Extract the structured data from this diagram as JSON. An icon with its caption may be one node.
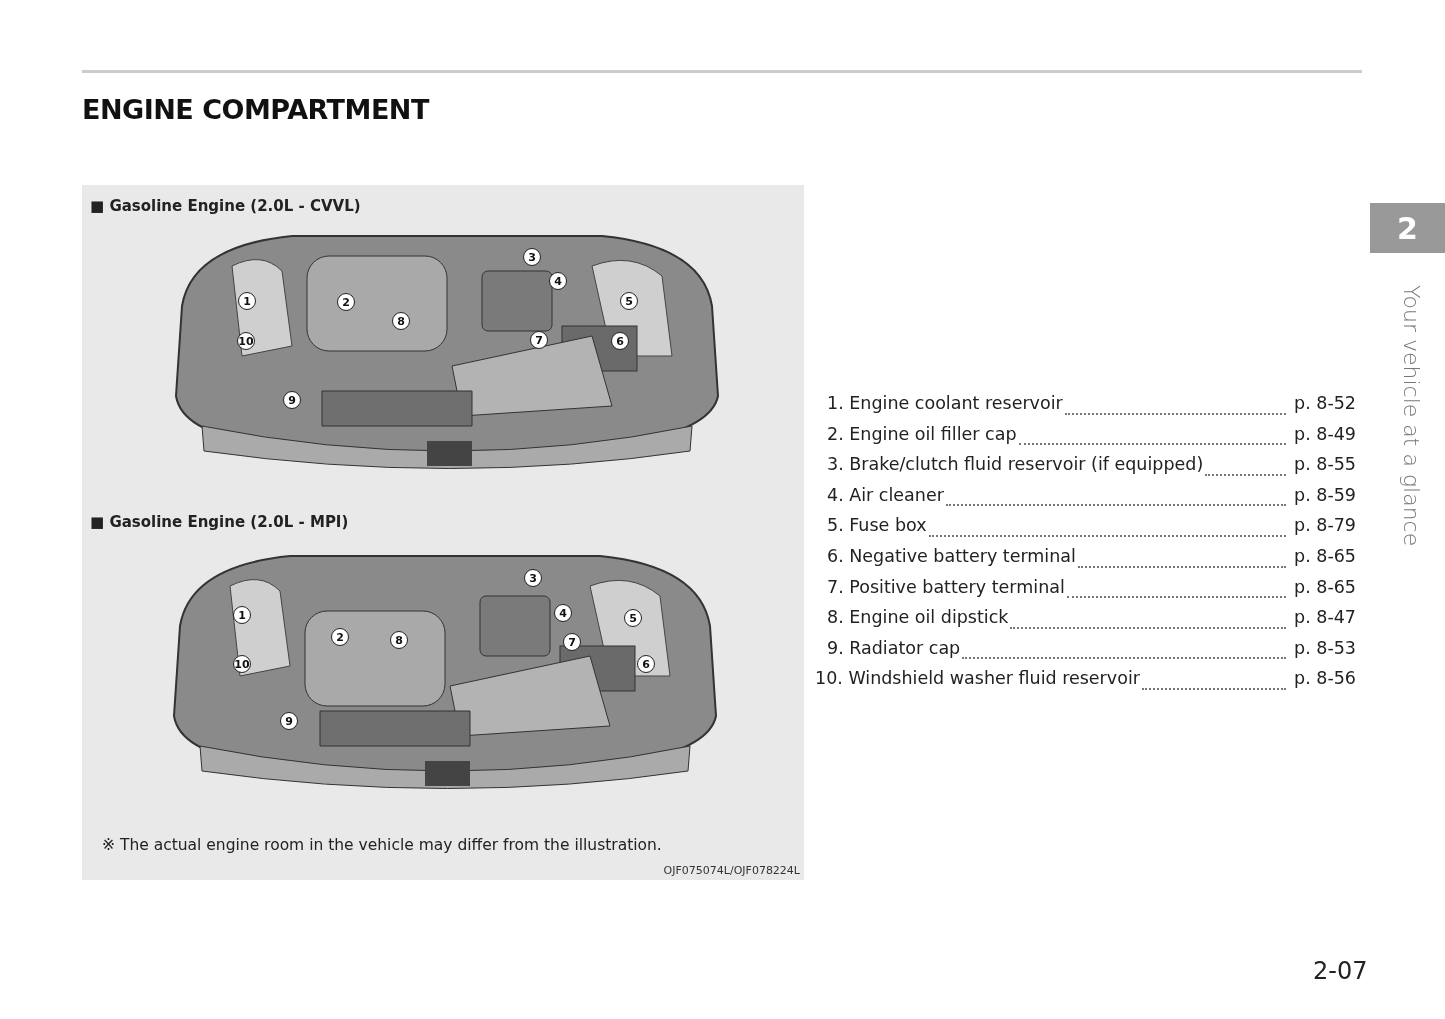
{
  "diagram": {
    "title": "ENGINE COMPARTMENT",
    "labels": [
      "2",
      "Your vehicle at a glance",
      "■ Gasoline Engine (2.0L - CVVL)",
      "3",
      "4",
      "1",
      "2",
      "5",
      "8",
      "10",
      "7",
      "6",
      "9",
      "■ Gasoline Engine (2.0L - MPI)",
      "3",
      "1",
      "4",
      "5",
      "2",
      "8",
      "7",
      "10",
      "6",
      "9",
      "※ The actual engine room in the vehicle may differ from the illustration.",
      "OJF075074L/OJF078224L",
      "1. Engine coolant reservoir",
      "p. 8-52",
      "2. Engine oil filler cap",
      "p. 8-49",
      "3. Brake/clutch fluid reservoir (if equipped)",
      "p. 8-55",
      "4. Air cleaner",
      "p. 8-59",
      "5. Fuse box",
      "p. 8-79",
      "6. Negative battery terminal",
      "p. 8-65",
      "7. Positive battery terminal",
      "p. 8-65",
      "8. Engine oil dipstick",
      "p. 8-47",
      "9. Radiator cap",
      "p. 8-53",
      "10. Windshield washer fluid reservoir",
      "p. 8-56",
      "2-07"
    ]
  }
}
